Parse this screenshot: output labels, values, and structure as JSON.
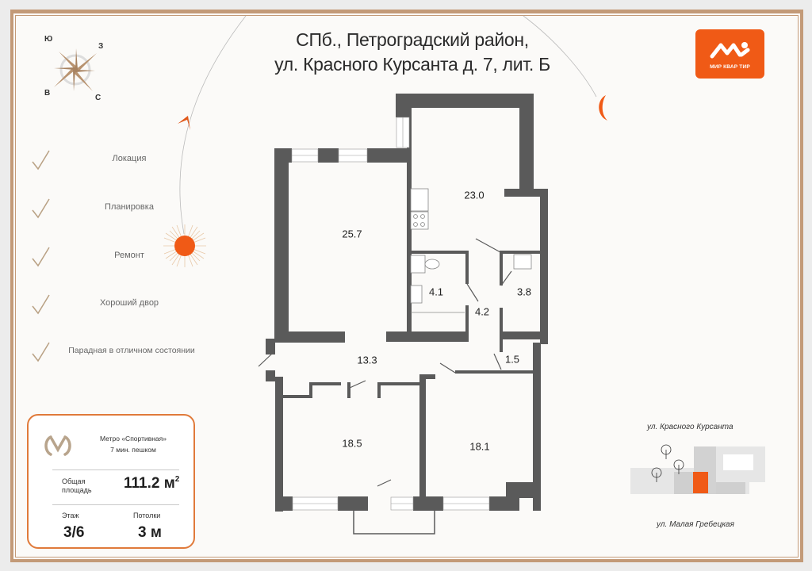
{
  "title": {
    "line1": "СПб., Петроградский район,",
    "line2": "ул. Красного Курсанта д. 7, лит. Б"
  },
  "logo": {
    "brand_text": "МИР КВАР ТИР",
    "color": "#f05a16"
  },
  "compass": {
    "icon": "compass-rose-icon",
    "labels": {
      "south": "Ю",
      "west": "З",
      "east": "В",
      "north": "С"
    }
  },
  "sun_path": {
    "sun_icon": "sun-icon",
    "moon_icon": "crescent-moon-icon",
    "arrow_icon": "arrow-up-icon",
    "accent": "#f05a16"
  },
  "features": [
    {
      "label": "Локация",
      "icon": "checkmark-icon"
    },
    {
      "label": "Планировка",
      "icon": "checkmark-icon"
    },
    {
      "label": "Ремонт",
      "icon": "checkmark-icon"
    },
    {
      "label": "Хороший двор",
      "icon": "checkmark-icon"
    },
    {
      "label": "Парадная в отличном состоянии",
      "icon": "checkmark-icon"
    }
  ],
  "info_card": {
    "metro_icon": "metro-logo-icon",
    "metro_line1": "Метро «Спортивная»",
    "metro_line2": "7 мин. пешком",
    "area_label_line1": "Общая",
    "area_label_line2": "площадь",
    "area_value": "111.2 м",
    "area_unit_sup": "2",
    "floor_label": "Этаж",
    "floor_value": "3/6",
    "ceiling_label": "Потолки",
    "ceiling_value": "3 м",
    "border_color": "#e07a3a"
  },
  "floor_plan": {
    "rooms": [
      {
        "name": "room-bedroom-left",
        "area": "25.7"
      },
      {
        "name": "room-kitchen",
        "area": "23.0"
      },
      {
        "name": "room-bathroom",
        "area": "4.1"
      },
      {
        "name": "room-corridor-small",
        "area": "4.2"
      },
      {
        "name": "room-shower",
        "area": "3.8"
      },
      {
        "name": "room-hallway",
        "area": "13.3"
      },
      {
        "name": "room-storage",
        "area": "1.5"
      },
      {
        "name": "room-bedroom-bottom-left",
        "area": "18.5"
      },
      {
        "name": "room-bedroom-bottom-right",
        "area": "18.1"
      }
    ],
    "wall_color": "#5a5a5a"
  },
  "location_map": {
    "street_top": "ул. Красного Курсанта",
    "street_bottom": "ул. Малая Гребецкая",
    "highlight_color": "#f05a16",
    "tree_icon": "tree-icon"
  }
}
